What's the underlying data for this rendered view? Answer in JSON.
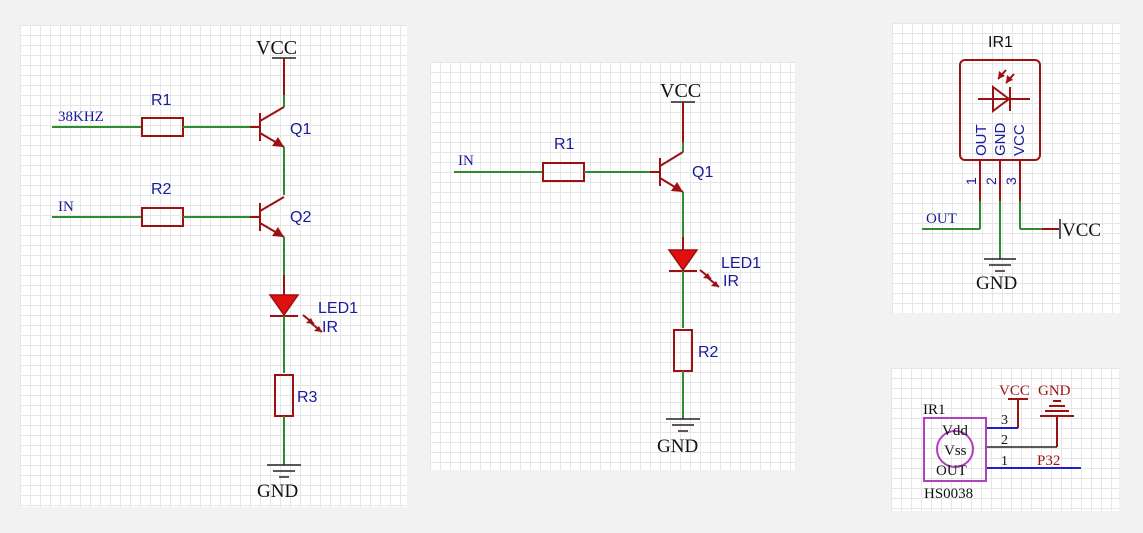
{
  "colors": {
    "wire_green": "#2e8b2e",
    "component_red": "#9b1111",
    "label_blue": "#1a1a9b",
    "led_fill": "#e01010",
    "module_purple": "#b040c0",
    "net_blue": "#2020c8"
  },
  "left": {
    "vcc": "VCC",
    "in_38k": "38KHZ",
    "r1": "R1",
    "q1": "Q1",
    "in": "IN",
    "r2": "R2",
    "q2": "Q2",
    "led": "LED1",
    "led_sub": "IR",
    "r3": "R3",
    "gnd": "GND"
  },
  "middle": {
    "vcc": "VCC",
    "in": "IN",
    "r1": "R1",
    "q1": "Q1",
    "led": "LED1",
    "led_sub": "IR",
    "r2": "R2",
    "gnd": "GND"
  },
  "right_top": {
    "ref": "IR1",
    "pin_out": "OUT",
    "pin_gnd": "GND",
    "pin_vcc": "VCC",
    "pin1": "1",
    "pin2": "2",
    "pin3": "3",
    "net_out": "OUT",
    "net_vcc": "VCC",
    "net_gnd": "GND"
  },
  "right_bottom": {
    "vcc": "VCC",
    "gnd": "GND",
    "ref": "IR1",
    "vdd": "Vdd",
    "vss": "Vss",
    "out": "OUT",
    "pin3": "3",
    "pin2": "2",
    "pin1": "1",
    "net": "P32",
    "part": "HS0038"
  }
}
